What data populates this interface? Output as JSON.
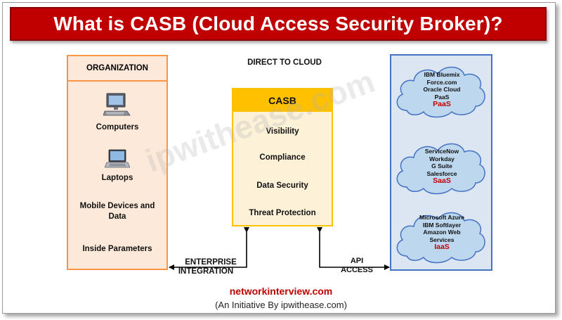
{
  "title": "What is CASB (Cloud Access Security Broker)?",
  "direct_label": "DIRECT TO CLOUD",
  "organization": {
    "header": "ORGANIZATION",
    "items": {
      "computers": "Computers",
      "laptops": "Laptops",
      "mobile": "Mobile Devices and Data",
      "inside": "Inside Parameters"
    }
  },
  "casb": {
    "header": "CASB",
    "features": [
      "Visibility",
      "Compliance",
      "Data Security",
      "Threat Protection"
    ]
  },
  "clouds": [
    {
      "lines": [
        "IBM Bluemix",
        "Force.com",
        "Oracle Cloud",
        "PaaS"
      ],
      "tag": "PaaS"
    },
    {
      "lines": [
        "ServiceNow",
        "Workday",
        "G Suite",
        "Salesforce"
      ],
      "tag": "SaaS"
    },
    {
      "lines": [
        "Microsoft Azure",
        "IBM Softlayer",
        "Amazon Web",
        "Services"
      ],
      "tag": "IaaS"
    }
  ],
  "connectors": {
    "enterprise_line1": "ENTERPRISE",
    "enterprise_line2": "INTEGRATION",
    "api_line1": "API",
    "api_line2": "ACCESS"
  },
  "footer": {
    "site": "networkinterview.com",
    "initiative": "(An Initiative By ipwithease.com)"
  },
  "watermark": "ipwithease.com",
  "colors": {
    "title_bg": "#c00000",
    "org_border": "#f79646",
    "org_fill": "#fde9d9",
    "casb_header": "#ffc000",
    "casb_fill": "#fdf1d8",
    "cloud_border": "#4472c4",
    "cloud_panel": "#dce6f2",
    "cloud_fill": "#bdd7ee",
    "tag_red": "#c00000"
  },
  "icons": [
    "desktop-computer-icon",
    "laptop-icon"
  ]
}
